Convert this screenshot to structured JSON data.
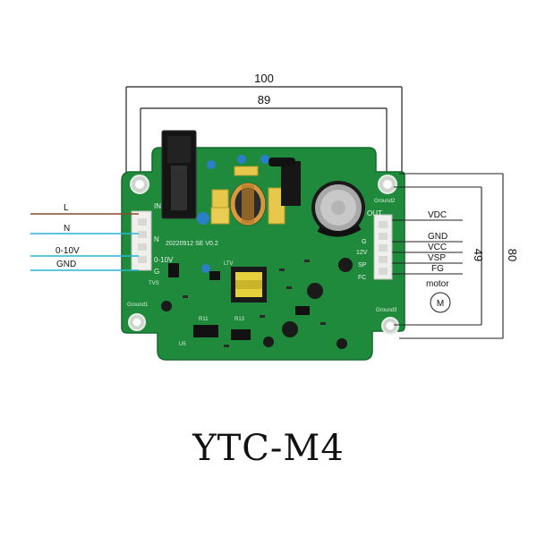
{
  "dimensions": {
    "width_outer": "100",
    "width_inner": "89",
    "height_inner": "49",
    "height_outer": "80"
  },
  "input_wires": {
    "l": "L",
    "n": "N",
    "control": "0-10V",
    "gnd": "GND"
  },
  "output_wires": {
    "vdc": "VDC",
    "gnd": "GND",
    "vcc": "VCC",
    "vsp": "VSP",
    "fg": "FG"
  },
  "motor": {
    "label": "motor",
    "symbol": "M"
  },
  "board_silkscreen": {
    "in": "IN",
    "out": "OUT",
    "n": "N",
    "v010": "0-10V",
    "g": "G",
    "version": "20220912 SE V0.2",
    "v12": "12V",
    "sp": "SP",
    "fc": "FC",
    "g_out": "G",
    "ground1": "Ground1",
    "ground2": "Ground2",
    "ground3": "Ground3",
    "ltv": "LTV",
    "r11": "R11",
    "r13": "R13",
    "u5": "U5",
    "tvs": "TVS"
  },
  "model": "YTC-M4",
  "colors": {
    "pcb": "#1f8a3c",
    "l_wire": "#8b4a2b",
    "signal_wire": "#2ab4d6",
    "dimension_line": "#222222"
  }
}
